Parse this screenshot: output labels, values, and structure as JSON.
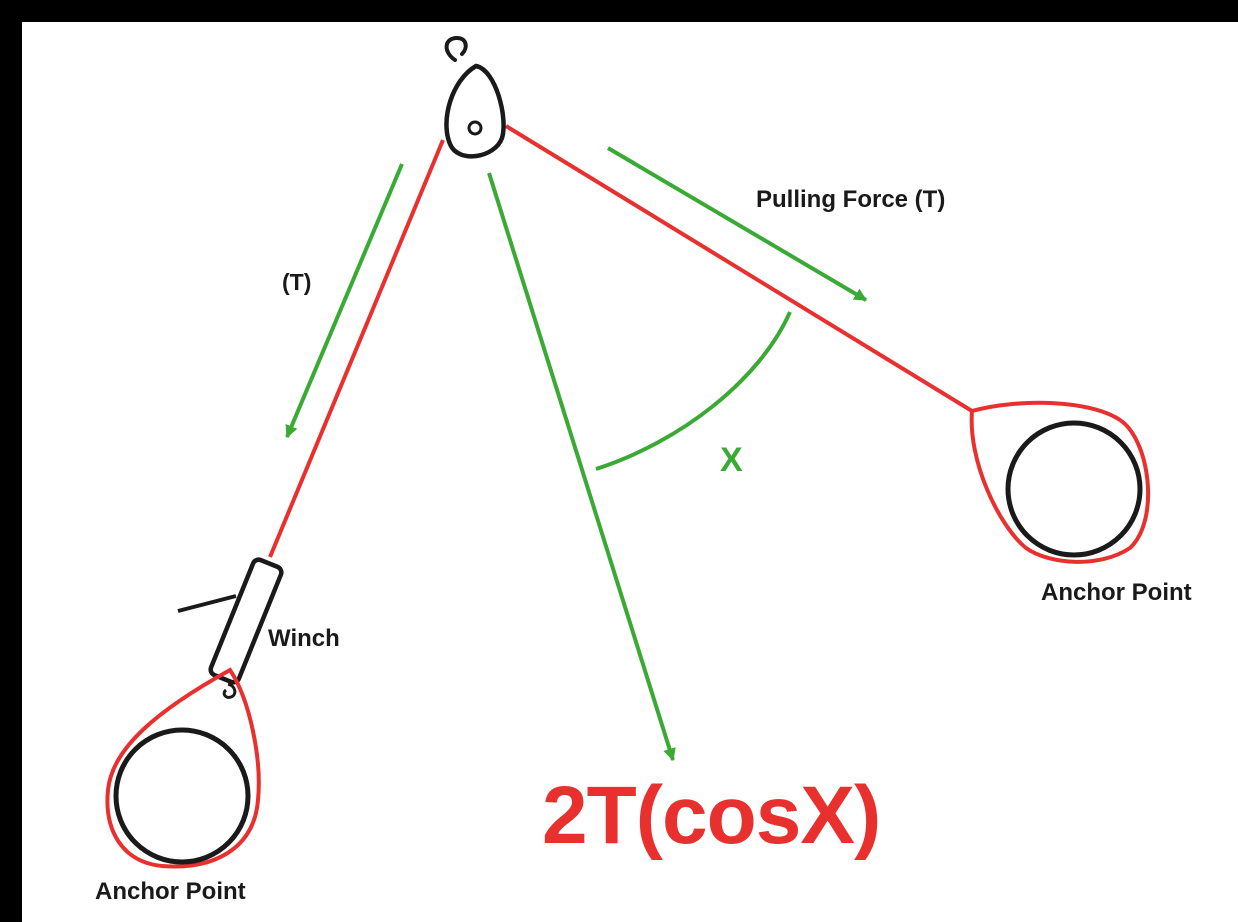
{
  "labels": {
    "pulling_force": "Pulling Force (T)",
    "tension": "(T)",
    "angle": "X",
    "winch": "Winch",
    "anchor_right": "Anchor Point",
    "anchor_left": "Anchor Point",
    "formula": "2T(cosX)"
  },
  "colors": {
    "rope": "#e8312f",
    "force_arrow": "#3aaa35",
    "outline": "#1a1a1a",
    "frame": "#000000",
    "background": "#ffffff"
  },
  "icons": [
    "pulley-icon",
    "winch-icon",
    "anchor-tree-icon"
  ]
}
